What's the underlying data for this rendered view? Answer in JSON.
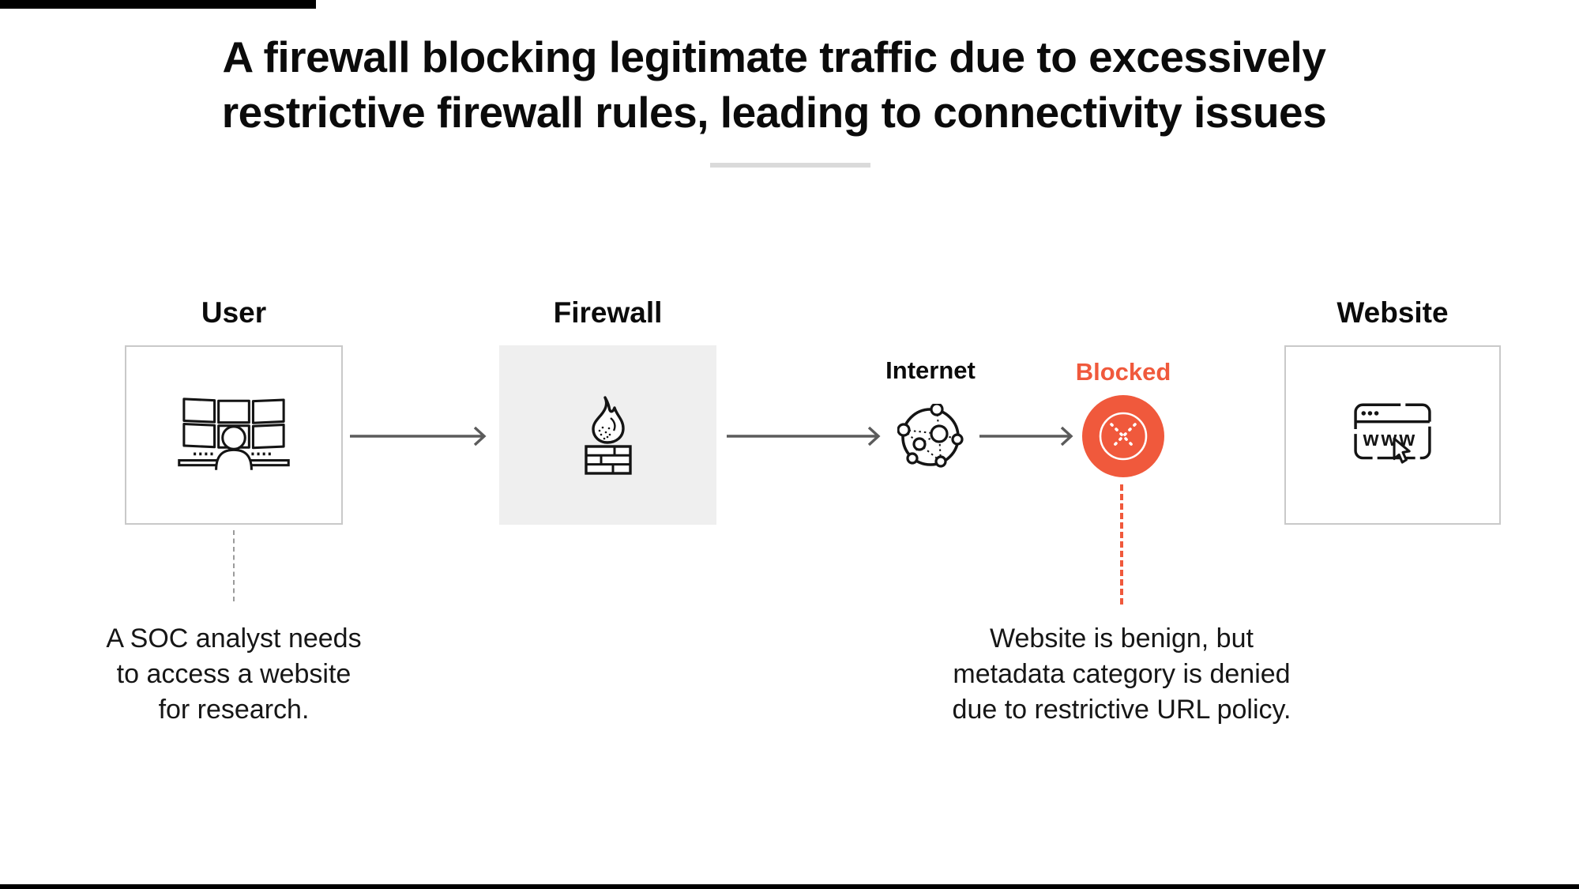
{
  "title": {
    "text": "A firewall blocking legitimate traffic due to excessively\nrestrictive firewall rules, leading to connectivity issues"
  },
  "flow": {
    "user": {
      "label": "User"
    },
    "firewall": {
      "label": "Firewall"
    },
    "internet": {
      "label": "Internet"
    },
    "blocked": {
      "label": "Blocked"
    },
    "website": {
      "label": "Website",
      "browser_text": "www"
    }
  },
  "annotations": {
    "user_note": "A SOC analyst needs\nto access a website\nfor research.",
    "blocked_note": "Website is benign, but\nmetadata category is denied\ndue to restrictive URL policy."
  },
  "icons": {
    "user": "workstation-monitors-icon",
    "firewall": "flame-brick-wall-icon",
    "internet": "network-globe-icon",
    "blocked": "crossed-circle-icon",
    "website": "browser-www-cursor-icon"
  },
  "colors": {
    "accent_orange": "#F0593C",
    "arrow_gray": "#5B5B5B",
    "box_border": "#C9C9C9",
    "firewall_box_bg": "#EFEFEF",
    "divider_gray": "#DADADA",
    "edge_bar_black": "#000000"
  }
}
